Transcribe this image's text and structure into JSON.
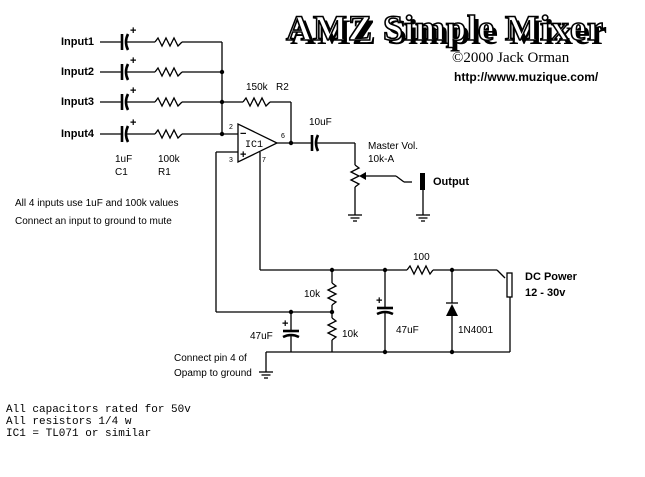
{
  "title": {
    "main": "AMZ Simple Mixer",
    "copyright": "©2000 Jack Orman",
    "url": "http://www.muzique.com/"
  },
  "inputs": [
    "Input1",
    "Input2",
    "Input3",
    "Input4"
  ],
  "input_parts": {
    "cap_value": "1uF",
    "cap_ref": "C1",
    "res_value": "100k",
    "res_ref": "R1",
    "polarity": "+"
  },
  "feedback": {
    "value": "150k",
    "ref": "R2"
  },
  "opamp": {
    "ref": "IC1",
    "pin_inv": "2",
    "pin_noninv": "3",
    "pin_out": "6",
    "pin_vplus": "7",
    "minus": "−",
    "plus": "+"
  },
  "output_section": {
    "cap": "10uF",
    "pot_label": "Master Vol.",
    "pot_value": "10k-A",
    "jack": "Output"
  },
  "notes": {
    "line1": "All 4 inputs use 1uF and 100k values",
    "line2": "Connect an input to ground to mute",
    "pin4_line1": "Connect pin 4 of",
    "pin4_line2": "Opamp to ground"
  },
  "power": {
    "resistor": "100",
    "label": "DC Power",
    "range": "12 - 30v",
    "diode": "1N4001",
    "filter_cap": "47uF",
    "filter_cap_plus": "+"
  },
  "bias": {
    "r_top": "10k",
    "r_bottom": "10k",
    "cap": "47uF",
    "cap_plus": "+"
  },
  "footer": {
    "line1": "All capacitors rated for 50v",
    "line2": "All resistors 1/4 w",
    "line3": "IC1 = TL071 or similar"
  }
}
